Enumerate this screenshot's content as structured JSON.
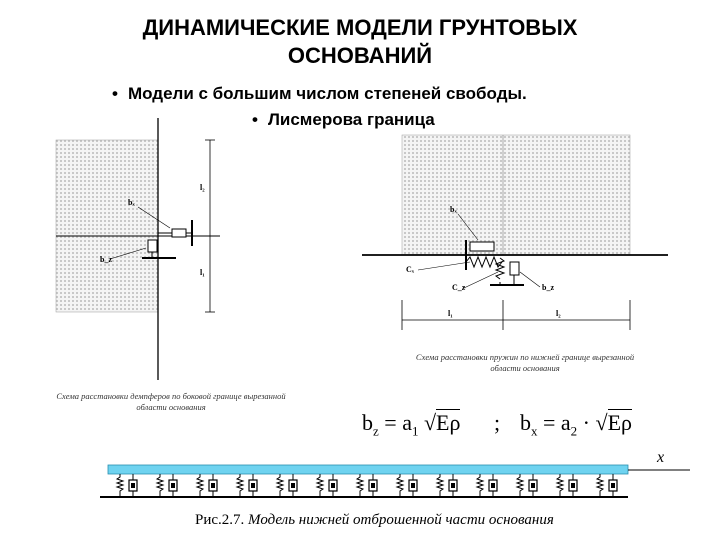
{
  "title_line1": "ДИНАМИЧЕСКИЕ МОДЕЛИ ГРУНТОВЫХ",
  "title_line2": "ОСНОВАНИЙ",
  "bullet1": "Модели с большим числом степеней свободы.",
  "bullet2": "Лисмерова граница",
  "left_figure": {
    "labels": {
      "l2": "l₂",
      "l1": "l₁",
      "bx": "bₓ",
      "bz": "b_z"
    },
    "caption_line1": "Схема расстановки демпферов по боковой границе вырезанной",
    "caption_line2": "области основания"
  },
  "right_figure": {
    "labels": {
      "bx": "bₓ",
      "cx": "Cₓ",
      "cz": "C_z",
      "bz": "b_z",
      "l1": "l₁",
      "l2": "l₂"
    },
    "caption_line1": "Схема расстановки пружин по нижней границе вырезанной",
    "caption_line2": "области основания"
  },
  "formula_z": {
    "lhs": "b",
    "sub": "z",
    "rhs": "= a",
    "rhs_sub": "1",
    "root": "Eρ"
  },
  "formula_sep": ";",
  "formula_x": {
    "lhs": "b",
    "sub": "x",
    "rhs": "= a",
    "rhs_sub": "2",
    "dot": "·",
    "root": "Eρ"
  },
  "bottom_figure": {
    "axis_label": "x",
    "element_count": 13
  },
  "figure_caption_num": "Рис.2.7.",
  "figure_caption_text": "Модель нижней отброшенной части основания",
  "colors": {
    "beam": "#6fd3f0",
    "hatch": "#c8c8c8"
  }
}
